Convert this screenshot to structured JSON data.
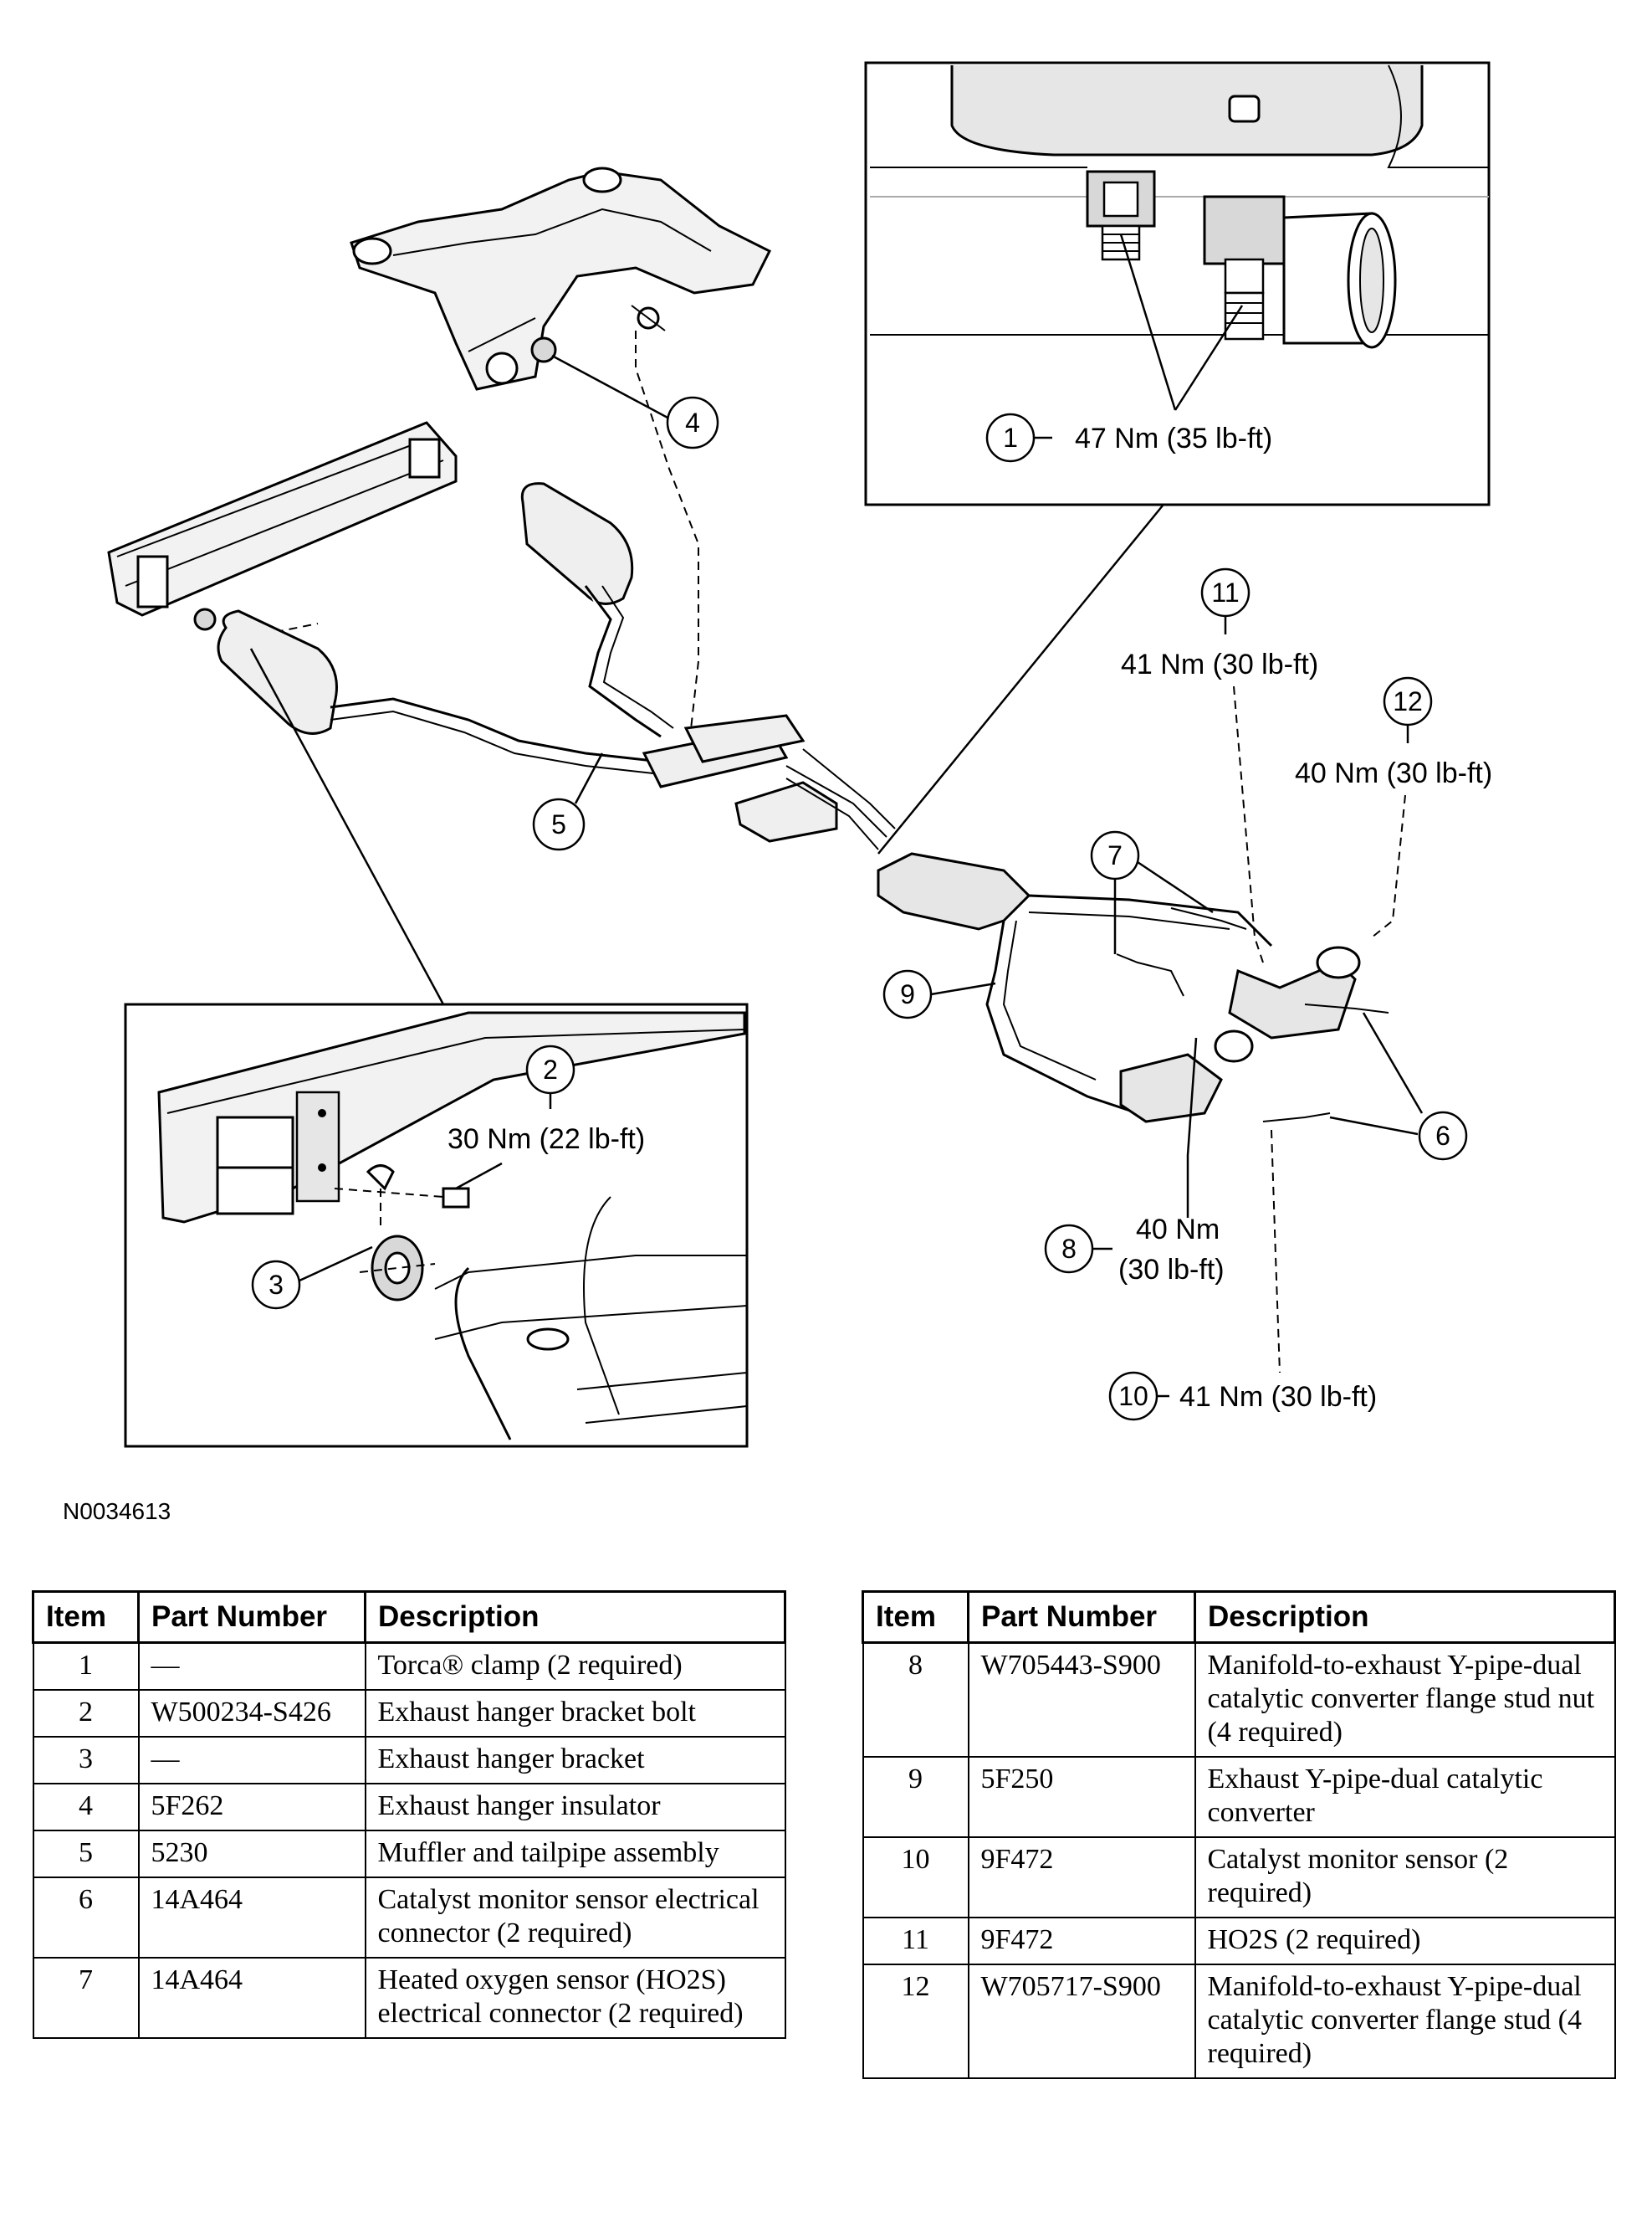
{
  "figure_code": "N0034613",
  "callouts": {
    "c1": {
      "num": "1",
      "torque": "47 Nm (35 lb-ft)"
    },
    "c2": {
      "num": "2",
      "torque": "30 Nm (22 lb-ft)"
    },
    "c3": {
      "num": "3"
    },
    "c4": {
      "num": "4"
    },
    "c5": {
      "num": "5"
    },
    "c6": {
      "num": "6"
    },
    "c7": {
      "num": "7"
    },
    "c8": {
      "num": "8",
      "torque_line1": "40 Nm",
      "torque_line2": "(30 lb-ft)"
    },
    "c9": {
      "num": "9"
    },
    "c10": {
      "num": "10",
      "torque": "41 Nm (30 lb-ft)"
    },
    "c11": {
      "num": "11",
      "torque": "41 Nm (30 lb-ft)"
    },
    "c12": {
      "num": "12",
      "torque": "40 Nm (30 lb-ft)"
    }
  },
  "table_headers": {
    "item": "Item",
    "part_number": "Part Number",
    "description": "Description"
  },
  "parts_left": [
    {
      "item": "1",
      "part": "—",
      "desc": "Torca® clamp (2 required)"
    },
    {
      "item": "2",
      "part": "W500234-S426",
      "desc": "Exhaust hanger bracket bolt"
    },
    {
      "item": "3",
      "part": "—",
      "desc": "Exhaust hanger bracket"
    },
    {
      "item": "4",
      "part": "5F262",
      "desc": "Exhaust hanger insulator"
    },
    {
      "item": "5",
      "part": "5230",
      "desc": "Muffler and tailpipe assembly"
    },
    {
      "item": "6",
      "part": "14A464",
      "desc": "Catalyst monitor sensor electrical connector (2 required)"
    },
    {
      "item": "7",
      "part": "14A464",
      "desc": "Heated oxygen sensor (HO2S) electrical connector (2 required)"
    }
  ],
  "parts_right": [
    {
      "item": "8",
      "part": "W705443-S900",
      "desc": "Manifold-to-exhaust Y-pipe-dual catalytic converter flange stud nut (4 required)"
    },
    {
      "item": "9",
      "part": "5F250",
      "desc": "Exhaust Y-pipe-dual catalytic converter"
    },
    {
      "item": "10",
      "part": "9F472",
      "desc": "Catalyst monitor sensor (2 required)"
    },
    {
      "item": "11",
      "part": "9F472",
      "desc": "HO2S (2 required)"
    },
    {
      "item": "12",
      "part": "W705717-S900",
      "desc": "Manifold-to-exhaust Y-pipe-dual catalytic converter flange stud (4 required)"
    }
  ]
}
